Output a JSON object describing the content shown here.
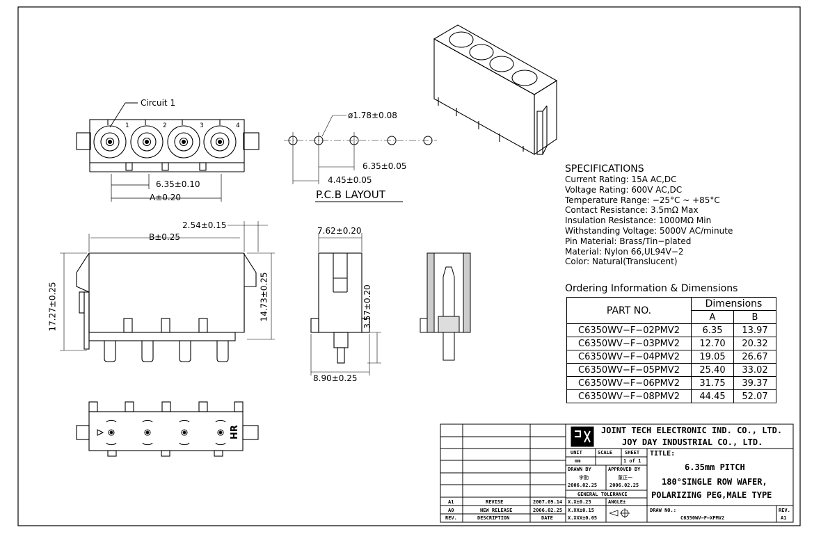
{
  "drawing": {
    "labels": {
      "circuit": "Circuit 1",
      "pin_numbers": [
        "1",
        "2",
        "3",
        "4"
      ],
      "pitch_front": "6.35±0.10",
      "a_dim": "A±0.20",
      "hole_dia": "ø1.78±0.08",
      "pcb_pitch": "6.35±0.05",
      "pcb_offset": "4.45±0.05",
      "pcb_layout": "P.C.B LAYOUT",
      "b_dim": "B±0.25",
      "side_2_54": "2.54±0.15",
      "height_17": "17.27±0.25",
      "height_14": "14.73±0.25",
      "width_762": "7.62±0.20",
      "pin_357": "3.57±0.20",
      "width_890": "8.90±0.25",
      "hr_mark": "HR"
    }
  },
  "specifications": {
    "title": "SPECIFICATIONS",
    "lines": [
      "Current Rating: 15A AC,DC",
      "Voltage Rating: 600V AC,DC",
      "Temperature Range: −25°C ~ +85°C",
      "Contact Resistance: 3.5mΩ Max",
      "Insulation Resistance: 1000MΩ Min",
      "Withstanding Voltage: 5000V AC/minute",
      "Pin Material: Brass/Tin−plated",
      "Material: Nylon 66,UL94V−2",
      "Color: Natural(Translucent)"
    ]
  },
  "ordering": {
    "title": "Ordering Information & Dimensions",
    "col_part": "PART NO.",
    "col_dims": "Dimensions",
    "col_a": "A",
    "col_b": "B",
    "rows": [
      {
        "part": "C6350WV−F−02PMV2",
        "a": "6.35",
        "b": "13.97"
      },
      {
        "part": "C6350WV−F−03PMV2",
        "a": "12.70",
        "b": "20.32"
      },
      {
        "part": "C6350WV−F−04PMV2",
        "a": "19.05",
        "b": "26.67"
      },
      {
        "part": "C6350WV−F−05PMV2",
        "a": "25.40",
        "b": "33.02"
      },
      {
        "part": "C6350WV−F−06PMV2",
        "a": "31.75",
        "b": "39.37"
      },
      {
        "part": "C6350WV−F−08PMV2",
        "a": "44.45",
        "b": "52.07"
      }
    ]
  },
  "title_block": {
    "company1": "JOINT TECH ELECTRONIC IND. CO., LTD.",
    "company2": "JOY DAY INDUSTRIAL CO., LTD.",
    "unit_label": "UNIT",
    "unit_value": "mm",
    "scale_label": "SCALE",
    "sheet_label": "SHEET",
    "sheet_value": "1 of 1",
    "drawn_by_label": "DRAWN BY",
    "drawn_by_name": "李勤",
    "drawn_date": "2006.02.25",
    "approved_label": "APPROVED BY",
    "approved_name": "董正一",
    "approved_date": "2006.02.25",
    "tolerance_label": "GENERAL TOLERANCE",
    "tol1": "X.X±0.25",
    "tol2": "X.XX±0.15",
    "tol3": "X.XXX±0.05",
    "angle_label": "ANGLE±",
    "title_label": "TITLE:",
    "title_line1": "6.35mm PITCH",
    "title_line2": "180°SINGLE ROW WAFER,",
    "title_line3": "POLARIZING PEG,MALE TYPE",
    "draw_no_label": "DRAW NO.:",
    "draw_no": "C6350WV−F−XPMV2",
    "rev_label": "REV.",
    "rev_value": "A1",
    "revisions": [
      {
        "rev": "A1",
        "desc": "REVISE",
        "date": "2007.09.14"
      },
      {
        "rev": "A0",
        "desc": "NEW RELEASE",
        "date": "2006.02.25"
      }
    ],
    "hdr_rev": "REV.",
    "hdr_desc": "DESCRIPTION",
    "hdr_date": "DATE"
  }
}
